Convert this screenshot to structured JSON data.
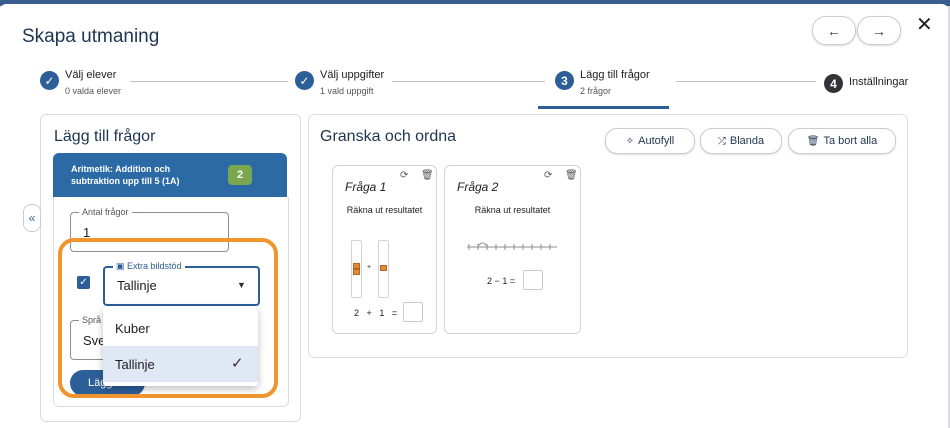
{
  "header": {
    "title": "Skapa utmaning",
    "prev_icon": "←",
    "next_icon": "→",
    "close_icon": "✕"
  },
  "steps": [
    {
      "label": "Välj elever",
      "sub": "0 valda elever",
      "state": "done"
    },
    {
      "label": "Välj uppgifter",
      "sub": "1 vald uppgift",
      "state": "done"
    },
    {
      "label": "Lägg till frågor",
      "sub": "2 frågor",
      "state": "active",
      "number": "3"
    },
    {
      "label": "Inställningar",
      "state": "pending",
      "number": "4"
    }
  ],
  "left_panel": {
    "title": "Lägg till frågor",
    "card_title": "Aritmetik: Addition och subtraktion upp till 5 (1A)",
    "badge": "2",
    "count_label": "Antal frågor",
    "count_value": "1",
    "image_support_label": "Extra bildstöd",
    "image_support_value": "Tallinje",
    "language_label": "Språ",
    "language_value": "Sve",
    "add_button": "Lägg",
    "dropdown_options": [
      "Kuber",
      "Tallinje"
    ],
    "selected_option": "Tallinje"
  },
  "right_panel": {
    "title": "Granska och ordna",
    "buttons": [
      {
        "label": "Autofyll",
        "icon": "wand-icon"
      },
      {
        "label": "Blanda",
        "icon": "shuffle-icon"
      },
      {
        "label": "Ta bort alla",
        "icon": "trash-icon"
      }
    ],
    "questions": [
      {
        "title": "Fråga 1",
        "desc": "Räkna ut resultatet",
        "expr": [
          "2",
          "+",
          "1",
          "="
        ],
        "support": "kuber"
      },
      {
        "title": "Fråga 2",
        "desc": "Räkna ut resultatet",
        "expr": [
          "2",
          "−",
          "1",
          "="
        ],
        "support": "tallinje"
      }
    ]
  },
  "colors": {
    "primary": "#2c5e98",
    "highlight": "#f0952e",
    "badge": "#7aa64d"
  }
}
